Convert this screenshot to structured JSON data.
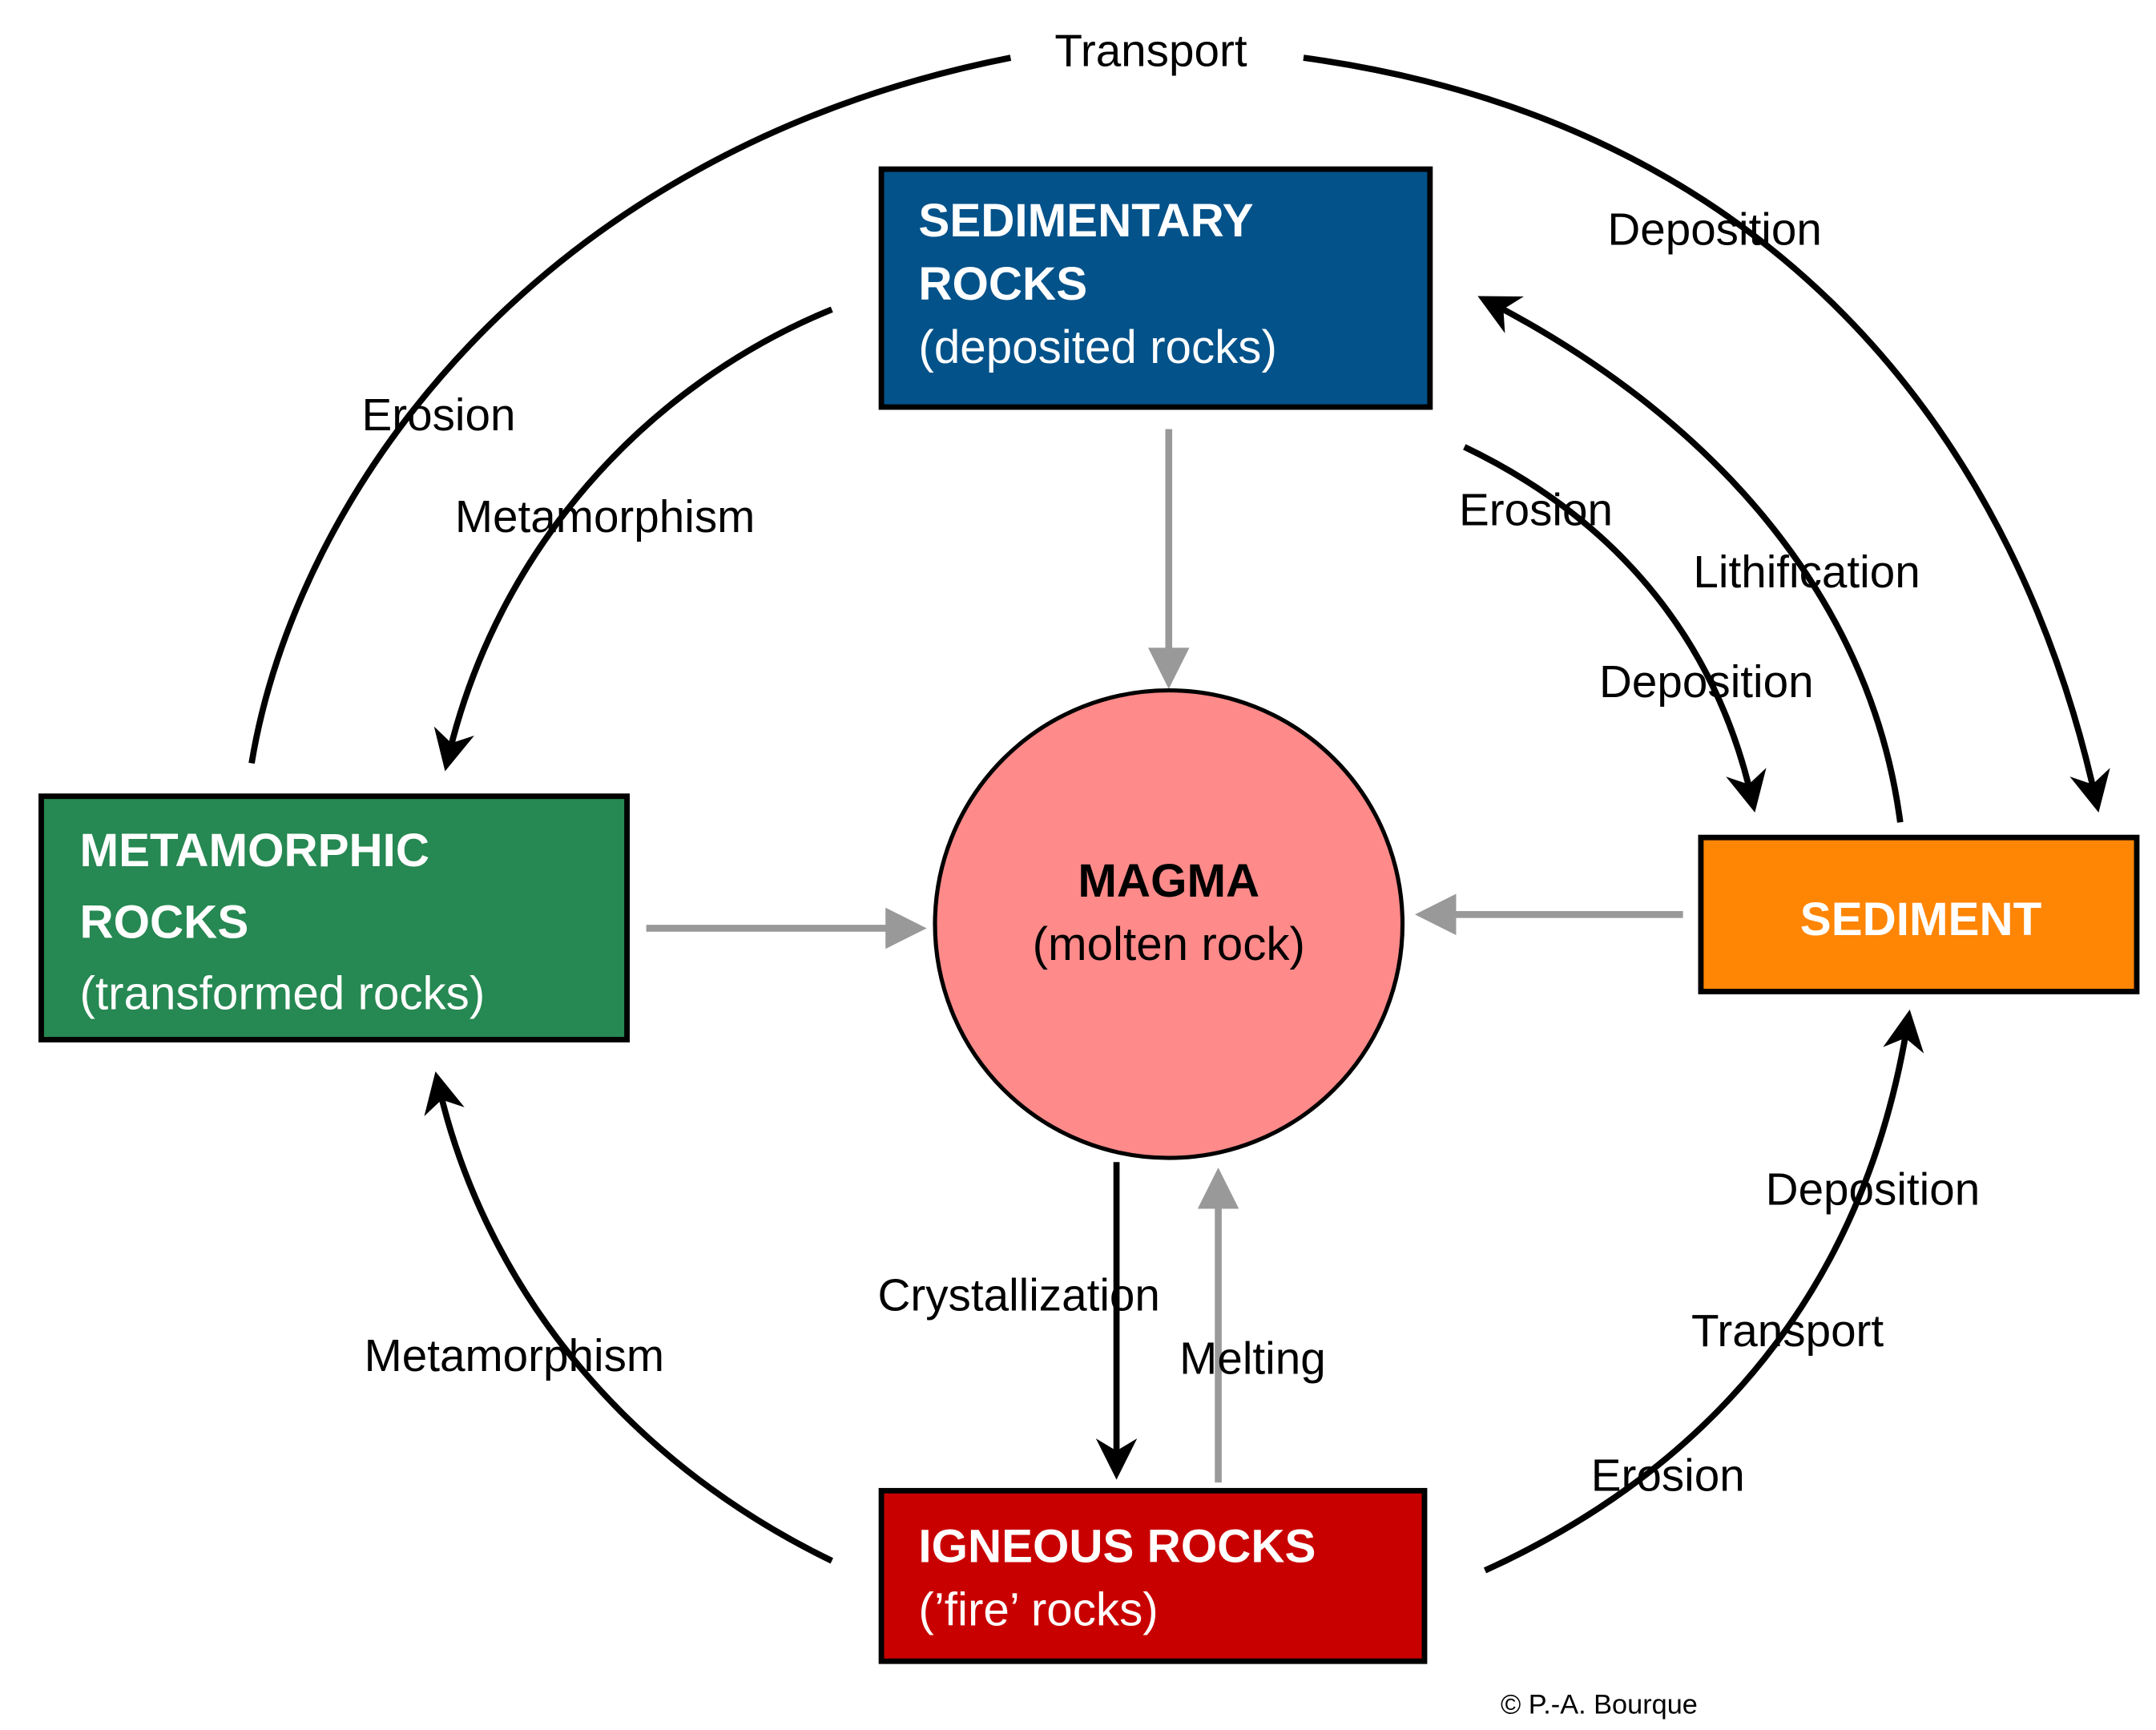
{
  "title": "Rock cycle",
  "colors": {
    "sedimentary": "#03528a",
    "metamorphic": "#268852",
    "sediment": "#ff8504",
    "igneous": "#c90000",
    "magma": "#ff8a8a",
    "black_arrow": "#000000",
    "gray_arrow": "#999999"
  },
  "nodes": {
    "sedimentary": {
      "line1": "SEDIMENTARY",
      "line2": "ROCKS",
      "sub": "(deposited rocks)"
    },
    "metamorphic": {
      "line1": "METAMORPHIC",
      "line2": "ROCKS",
      "sub": "(transformed rocks)"
    },
    "sediment": {
      "line1": "SEDIMENT"
    },
    "igneous": {
      "line1": "IGNEOUS ROCKS",
      "sub": "(’fire’ rocks)"
    },
    "magma": {
      "line1": "MAGMA",
      "sub": "(molten rock)"
    }
  },
  "labels": {
    "outer_top": "Transport",
    "outer_top_right": "Deposition",
    "outer_left": "Erosion",
    "sed_to_meta": "Metamorphism",
    "sed_erosion": "Erosion",
    "sed_deposition": "Deposition",
    "lithification": "Lithification",
    "ign_deposition": "Deposition",
    "ign_transport": "Transport",
    "ign_erosion": "Erosion",
    "crystallization": "Crystallization",
    "melting": "Melting",
    "ign_to_meta": "Metamorphism"
  },
  "copyright": "© P.-A. Bourque"
}
